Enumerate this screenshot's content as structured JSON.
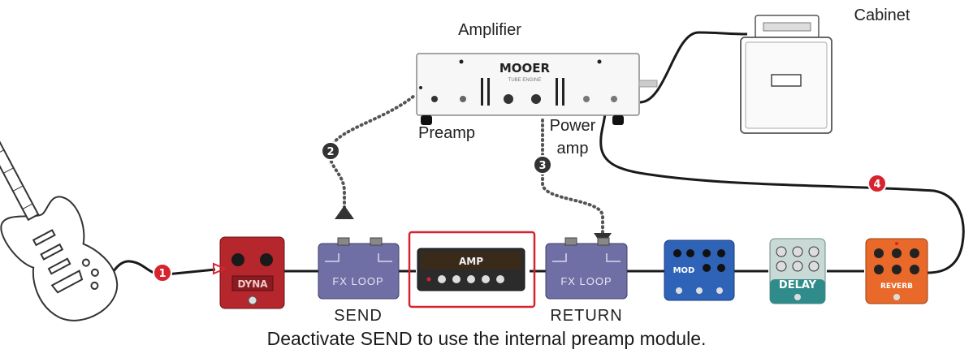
{
  "labels": {
    "amplifier": "Amplifier",
    "cabinet": "Cabinet",
    "preamp": "Preamp",
    "power_amp_line1": "Power",
    "power_amp_line2": "amp",
    "send": "SEND",
    "return": "RETURN"
  },
  "amp_head": {
    "brand": "MOOER",
    "model": "TUBE ENGINE"
  },
  "pedals": {
    "dyna": "DYNA",
    "fx_loop_send": "FX LOOP",
    "amp_module": "AMP",
    "fx_loop_return": "FX LOOP",
    "mod": "MOD",
    "delay": "DELAY",
    "reverb": "REVERB"
  },
  "markers": {
    "m1": "1",
    "m2": "2",
    "m3": "3",
    "m4": "4"
  },
  "caption": "Deactivate SEND to use the internal preamp module.",
  "colors": {
    "marker_red": "#d7232e",
    "marker_dark": "#333333",
    "highlight_box": "#d7232e",
    "dyna_pedal": "#b5262d",
    "fx_loop_pedal": "#6f6fa5",
    "mod_pedal": "#2f63b8",
    "delay_pedal": "#c9d9d6",
    "reverb_pedal": "#e8692a"
  }
}
